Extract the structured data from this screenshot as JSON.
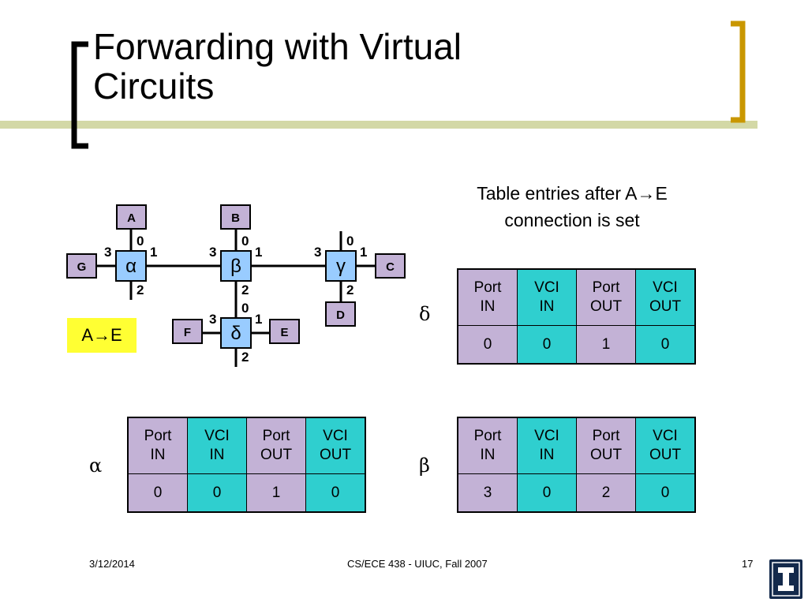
{
  "slide": {
    "title_line1": "Forwarding with Virtual",
    "title_line2": "Circuits",
    "caption_line1": "Table entries after A→E",
    "caption_line2": "connection is set",
    "connection_badge": "A→E",
    "footer_date": "3/12/2014",
    "footer_course": "CS/ECE 438 - UIUC, Fall 2007",
    "footer_page": "17"
  },
  "colors": {
    "header_bar": "#d3d8a6",
    "bracket_left": "#000000",
    "bracket_right": "#c99700",
    "switch_fill": "#99ccff",
    "host_fill": "#c3b2d6",
    "col_port": "#c3b2d6",
    "col_vci": "#2fcfcf",
    "badge": "#ffff33",
    "logo_bg": "#13294b"
  },
  "diagram": {
    "switches": [
      {
        "id": "alpha",
        "label": "α",
        "ports": {
          "top": "0",
          "right": "1",
          "bottom": "2",
          "left": "3"
        }
      },
      {
        "id": "beta",
        "label": "β",
        "ports": {
          "top": "0",
          "right": "1",
          "bottom": "2",
          "left": "3"
        }
      },
      {
        "id": "gamma",
        "label": "γ",
        "ports": {
          "top": "0",
          "right": "1",
          "bottom": "2",
          "left": "3"
        }
      },
      {
        "id": "delta",
        "label": "δ",
        "ports": {
          "top": "0",
          "right": "1",
          "bottom": "2",
          "left": "3"
        }
      }
    ],
    "hosts": [
      {
        "id": "A",
        "label": "A"
      },
      {
        "id": "B",
        "label": "B"
      },
      {
        "id": "C",
        "label": "C"
      },
      {
        "id": "D",
        "label": "D"
      },
      {
        "id": "E",
        "label": "E"
      },
      {
        "id": "F",
        "label": "F"
      },
      {
        "id": "G",
        "label": "G"
      }
    ]
  },
  "tables": {
    "headers": [
      "Port\nIN",
      "VCI\nIN",
      "Port\nOUT",
      "VCI\nOUT"
    ],
    "header_lines": [
      [
        "Port",
        "IN"
      ],
      [
        "VCI",
        "IN"
      ],
      [
        "Port",
        "OUT"
      ],
      [
        "VCI",
        "OUT"
      ]
    ],
    "delta": {
      "label": "δ",
      "row": [
        "0",
        "0",
        "1",
        "0"
      ]
    },
    "alpha": {
      "label": "α",
      "row": [
        "0",
        "0",
        "1",
        "0"
      ]
    },
    "beta": {
      "label": "β",
      "row": [
        "3",
        "0",
        "2",
        "0"
      ]
    }
  }
}
